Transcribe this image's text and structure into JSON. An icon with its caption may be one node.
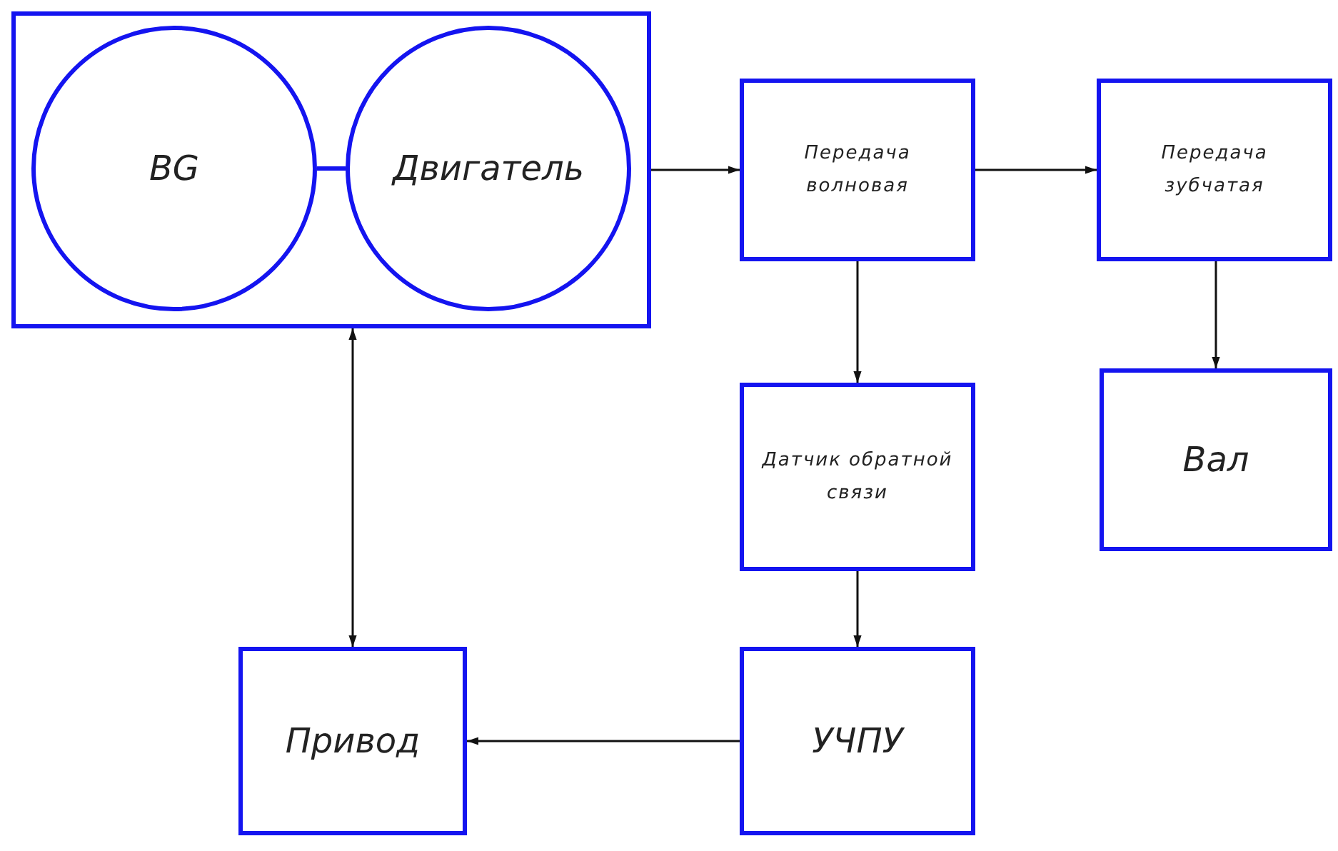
{
  "diagram": {
    "nodes": [
      {
        "text": [],
        "shape": "box"
      },
      {
        "text": [
          "BG"
        ],
        "in": 0
      },
      {
        "text": [
          "Двигатель"
        ],
        "in": 0
      },
      {
        "text": [
          "Передача волновая"
        ]
      },
      {
        "text": [
          "Передача зубчатая"
        ]
      },
      {
        "text": [
          "Датчик обратной связи"
        ]
      },
      {
        "text": [
          "Вал"
        ]
      },
      {
        "text": [
          "Привод"
        ]
      },
      {
        "text": [
          "УЧПУ"
        ]
      }
    ],
    "edges": [
      {
        "from": 1,
        "to": 2,
        "arrow": "none",
        "style": "thick",
        "color": "#1414f0"
      },
      {
        "from": 0,
        "to": 3,
        "arrow": "to"
      },
      {
        "from": 3,
        "to": 4,
        "arrow": "to"
      },
      {
        "from": 4,
        "to": 6,
        "arrow": "to"
      },
      {
        "from": 3,
        "to": 5,
        "arrow": "to"
      },
      {
        "from": 5,
        "to": 8,
        "arrow": "to"
      },
      {
        "from": 8,
        "to": 7,
        "arrow": "to"
      },
      {
        "from": 7,
        "to": 0,
        "arrow": "both"
      }
    ]
  }
}
